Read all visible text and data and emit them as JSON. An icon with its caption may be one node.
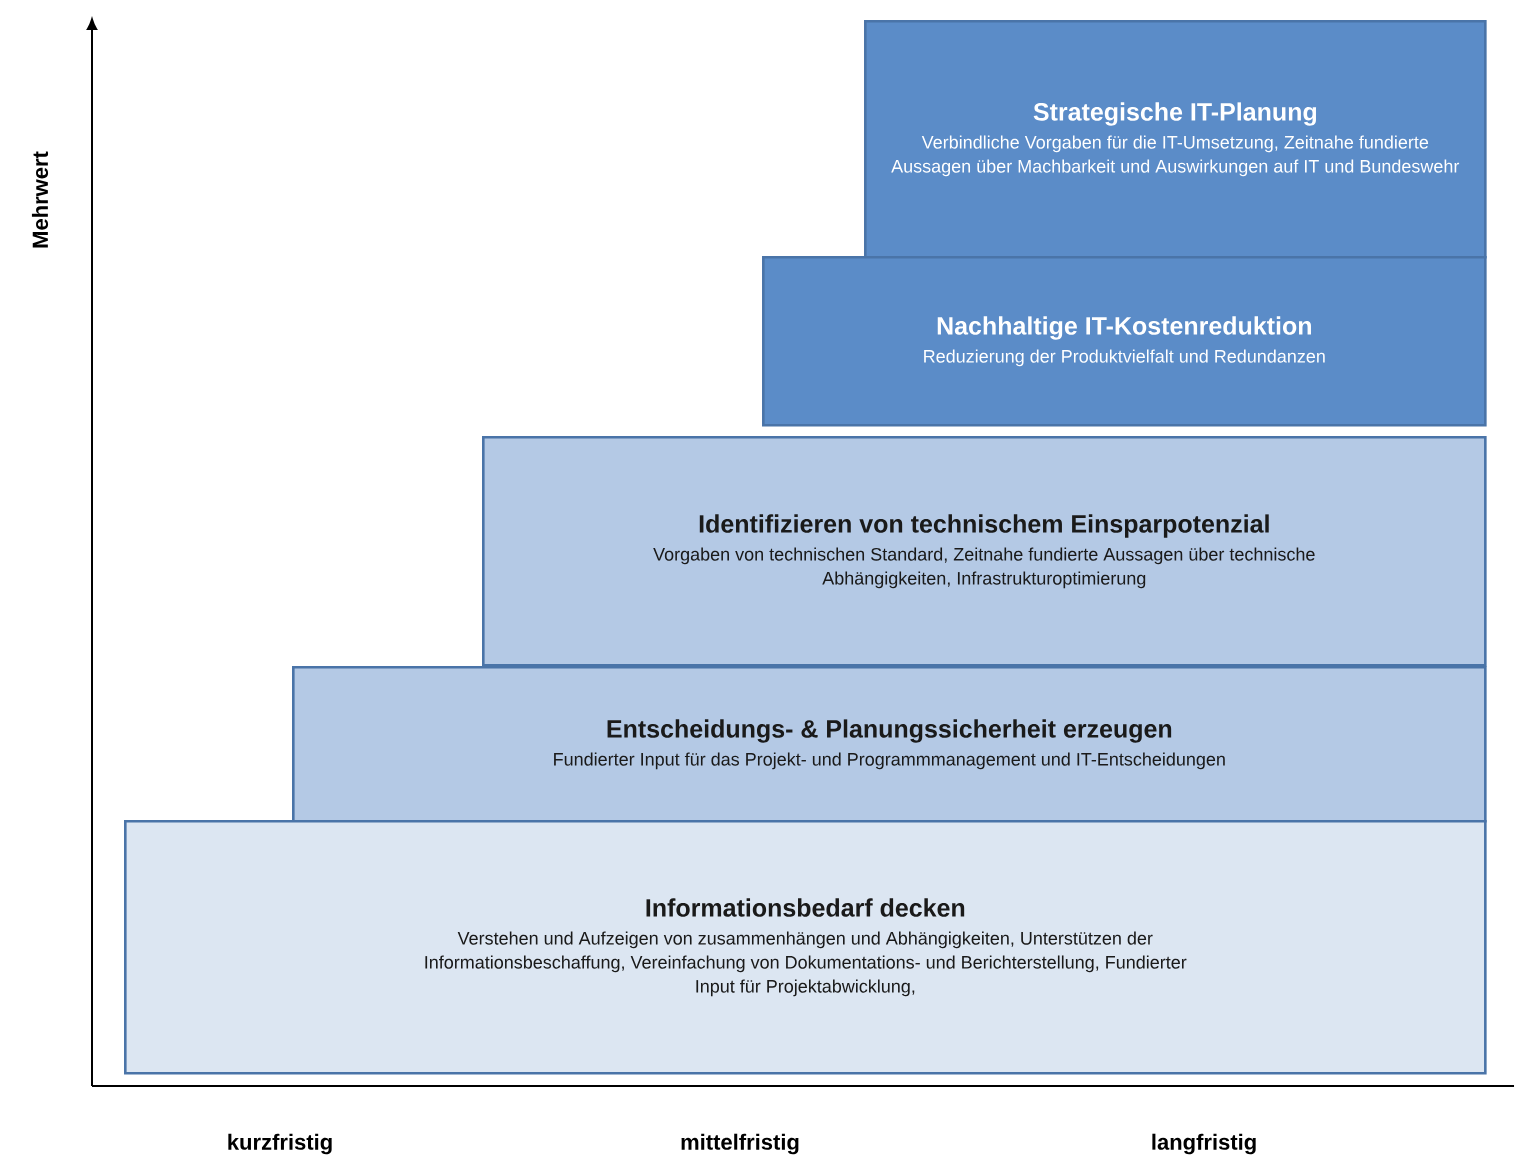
{
  "diagram": {
    "nodes": [
      {
        "text": [
          "Strategische IT-Planung",
          "Verbindliche Vorgaben für die IT-Umsetzung, Zeitnahe fundierte Aussagen über Machbarkeit und Auswirkungen auf IT und Bundeswehr"
        ]
      },
      {
        "text": [
          "Nachhaltige IT-Kostenreduktion",
          "Reduzierung der Produktvielfalt und Redundanzen"
        ]
      },
      {
        "text": [
          "Identifizieren von technischem Einsparpotenzial",
          "Vorgaben von technischen Standard, Zeitnahe fundierte Aussagen über technische Abhängigkeiten, Infrastrukturoptimierung"
        ]
      },
      {
        "text": [
          "Entscheidungs- & Planungssicherheit erzeugen",
          "Fundierter Input für das Projekt- und Programmmanagement und IT-Entscheidungen"
        ]
      },
      {
        "text": [
          "Informationsbedarf decken",
          "Verstehen und Aufzeigen von zusammenhängen und Abhängigkeiten, Unterstützen der Informationsbeschaffung, Vereinfachung von Dokumentations- und Berichterstellung, Fundierter Input für Projektabwicklung,"
        ]
      }
    ],
    "labels": [
      "Mehrwert",
      "kurzfristig",
      "mittelfristig",
      "langfristig"
    ]
  }
}
